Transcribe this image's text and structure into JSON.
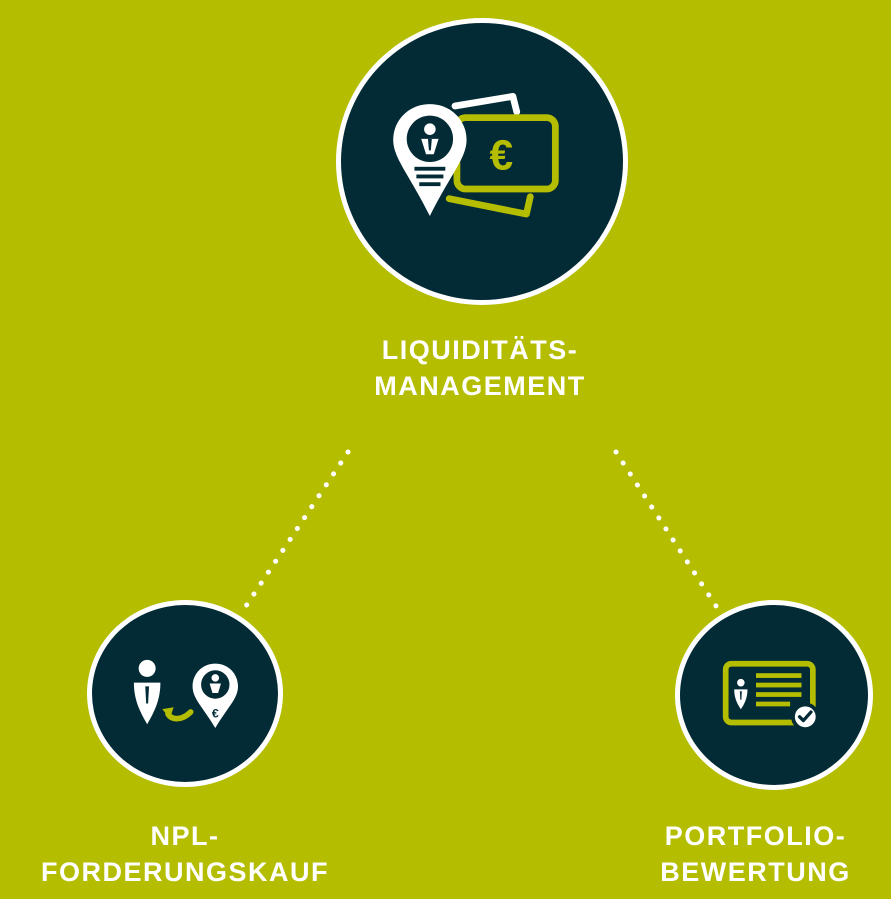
{
  "nodes": {
    "top": {
      "label_line1": "LIQUIDITÄTS-",
      "label_line2": "MANAGEMENT",
      "icon": "location-pin-with-euro-banknotes-icon"
    },
    "left": {
      "label_line1": "NPL-",
      "label_line2": "FORDERUNGSKAUF",
      "icon": "person-to-euro-pin-transfer-icon"
    },
    "right": {
      "label_line1": "PORTFOLIO-",
      "label_line2": "BEWERTUNG",
      "icon": "certificate-check-icon"
    }
  },
  "colors": {
    "background": "#b5bd00",
    "circle": "#022b36",
    "accent": "#b5bd00",
    "text": "#ffffff"
  },
  "icon_text": {
    "euro": "€"
  }
}
